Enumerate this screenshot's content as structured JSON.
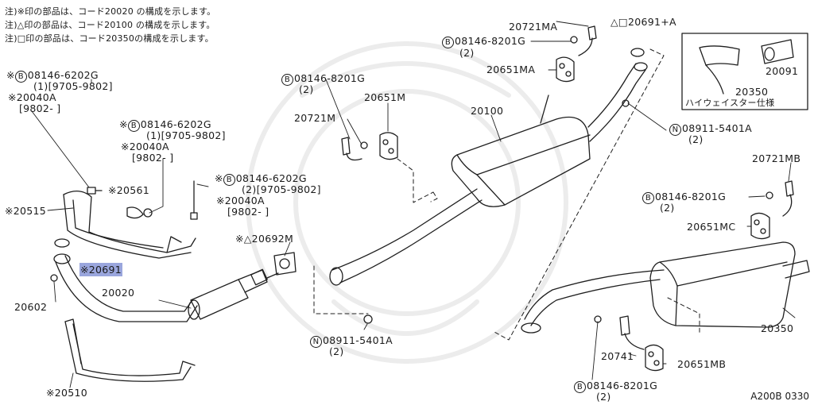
{
  "notes": [
    "注)※印の部品は、コード20020 の構成を示します。",
    "注)△印の部品は、コード20100 の構成を示します。",
    "注)□印の部品は、コード20350の構成を示します。"
  ],
  "circle_letters": {
    "b": "B",
    "n": "N"
  },
  "labels": {
    "p20721ma": "20721MA",
    "p20691a": "△□20691+A",
    "b8201g_top": "08146-8201G",
    "b8201g_top_qty": "(2)",
    "p20651ma": "20651MA",
    "p20091": "20091",
    "p20350_inset": "20350",
    "inset_caption": "ハイウェイスター仕様",
    "b6202g_1": "※",
    "b6202g_1_num": "08146-6202G",
    "b6202g_1_sub": "(1)[9705-9802]",
    "p20040a_1": "※20040A",
    "p20040a_1_range": "[9802-      ]",
    "b8201g_mid": "08146-8201G",
    "b8201g_mid_qty": "(2)",
    "p20651m": "20651M",
    "p20100": "20100",
    "p20721m": "20721M",
    "n5401a_top": "08911-5401A",
    "n5401a_top_qty": "(2)",
    "b6202g_2": "※",
    "b6202g_2_num": "08146-6202G",
    "b6202g_2_sub": "(1)[9705-9802]",
    "p20040a_2": "※20040A",
    "p20040a_2_range": "[9802-      ]",
    "p20561": "※20561",
    "b6202g_3": "※",
    "b6202g_3_num": "08146-6202G",
    "b6202g_3_sub": "(2)[9705-9802]",
    "p20040a_3": "※20040A",
    "p20040a_3_range": "[9802-      ]",
    "p20721mb": "20721MB",
    "b8201g_right": "08146-8201G",
    "b8201g_right_qty": "(2)",
    "p20651mc": "20651MC",
    "p20515": "※20515",
    "p20692m": "※△20692M",
    "p20691": "※20691",
    "p20602": "20602",
    "p20020": "20020",
    "p20350": "20350",
    "n5401a_bot": "08911-5401A",
    "n5401a_bot_qty": "(2)",
    "p20741": "20741",
    "p20651mb": "20651MB",
    "p20510": "※20510",
    "b8201g_bot": "08146-8201G",
    "b8201g_bot_qty": "(2)",
    "diagram_id": "A200B 0330"
  },
  "highlight_color": "#9aa6dd"
}
